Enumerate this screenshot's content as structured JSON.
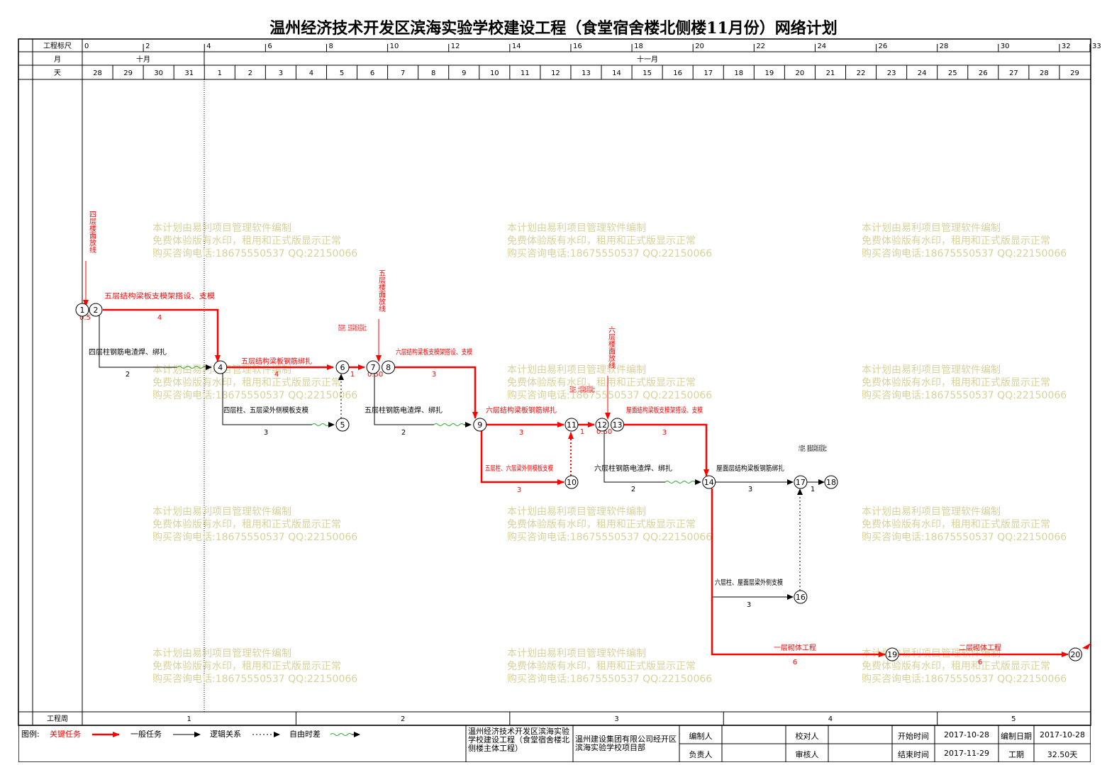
{
  "title": "温州经济技术开发区滨海实验学校建设工程（食堂宿舍楼北侧楼11月份）网络计划",
  "header": {
    "scale_label": "工程标尺",
    "month_label": "月",
    "day_label": "天",
    "week_label": "工程周",
    "scale_ticks": [
      "0",
      "2",
      "4",
      "6",
      "8",
      "10",
      "12",
      "14",
      "16",
      "18",
      "20",
      "22",
      "24",
      "26",
      "28",
      "30",
      "32",
      "33"
    ],
    "months": [
      "十月",
      "十一月"
    ],
    "days": [
      "28",
      "29",
      "30",
      "31",
      "1",
      "2",
      "3",
      "4",
      "5",
      "6",
      "7",
      "8",
      "9",
      "10",
      "11",
      "12",
      "13",
      "14",
      "15",
      "16",
      "17",
      "18",
      "19",
      "20",
      "21",
      "22",
      "23",
      "24",
      "25",
      "26",
      "27",
      "28",
      "29"
    ],
    "weeks": [
      "1",
      "2",
      "3",
      "4",
      "5"
    ]
  },
  "watermark": [
    "本计划由易利项目管理软件编制",
    "免费体验版有水印，租用和正式版显示正常",
    "购买咨询电话:18675550537 QQ:22150066"
  ],
  "nodes": [
    {
      "id": "1",
      "t": 0.05,
      "row": "r1"
    },
    {
      "id": "2",
      "t": 0.5,
      "row": "r1"
    },
    {
      "id": "4",
      "t": 4.5,
      "row": "r2"
    },
    {
      "id": "5",
      "t": 8.5,
      "row": "r3"
    },
    {
      "id": "6",
      "t": 8.5,
      "row": "r2"
    },
    {
      "id": "7",
      "t": 9.5,
      "row": "r2"
    },
    {
      "id": "8",
      "t": 10.0,
      "row": "r2"
    },
    {
      "id": "9",
      "t": 13.0,
      "row": "r3"
    },
    {
      "id": "10",
      "t": 16.0,
      "row": "r4"
    },
    {
      "id": "11",
      "t": 16.0,
      "row": "r3"
    },
    {
      "id": "12",
      "t": 17.0,
      "row": "r3"
    },
    {
      "id": "13",
      "t": 17.5,
      "row": "r3"
    },
    {
      "id": "14",
      "t": 20.5,
      "row": "r4"
    },
    {
      "id": "16",
      "t": 23.5,
      "row": "r5"
    },
    {
      "id": "17",
      "t": 23.5,
      "row": "r4"
    },
    {
      "id": "18",
      "t": 24.5,
      "row": "r4"
    },
    {
      "id": "19",
      "t": 26.5,
      "row": "r6"
    },
    {
      "id": "20",
      "t": 32.5,
      "row": "r6"
    }
  ],
  "tasks": [
    {
      "name": "五层结构梁板支模架搭设、支模",
      "duration": "4",
      "critical": true
    },
    {
      "name": "四层柱钢筋电渣焊、绑扎",
      "duration": "2",
      "critical": false
    },
    {
      "name": "五层结构梁板钢筋绑扎",
      "duration": "4",
      "critical": true
    },
    {
      "name": "四层柱、五层梁外侧模板支模",
      "duration": "3",
      "critical": false
    },
    {
      "name": "四层柱、五层梁板浇混凝土",
      "duration": "1",
      "critical": true
    },
    {
      "name": "六层结构梁板支模架搭设、支模",
      "duration": "3",
      "critical": true
    },
    {
      "name": "五层柱钢筋电渣焊、绑扎",
      "duration": "2",
      "critical": false
    },
    {
      "name": "六层结构梁板钢筋绑扎",
      "duration": "3",
      "critical": true
    },
    {
      "name": "五层柱、六层梁外侧模板支模",
      "duration": "3",
      "critical": true
    },
    {
      "name": "五层柱、六层梁板浇混凝土",
      "duration": "1",
      "critical": true
    },
    {
      "name": "屋面结构梁板支模架搭设、支模",
      "duration": "3",
      "critical": true
    },
    {
      "name": "六层柱钢筋电渣焊、绑扎",
      "duration": "2",
      "critical": false
    },
    {
      "name": "屋面层结构梁板钢筋绑扎",
      "duration": "3",
      "critical": false
    },
    {
      "name": "六层柱、屋面层梁板浇混凝土",
      "duration": "1",
      "critical": false
    },
    {
      "name": "六层柱、屋面层梁外侧支模",
      "duration": "3",
      "critical": false
    },
    {
      "name": "一层砌体工程",
      "duration": "6",
      "critical": true
    },
    {
      "name": "二层砌体工程",
      "duration": "6",
      "critical": true
    }
  ],
  "milestones": [
    {
      "name": "四层楼面放线",
      "duration": "0.5"
    },
    {
      "name": "五层楼面放线",
      "duration": "0.50"
    },
    {
      "name": "六层楼面放线",
      "duration": "0.50"
    }
  ],
  "legend": {
    "label": "图例:",
    "items": [
      "关键任务",
      "一般任务",
      "逻辑关系",
      "自由时差"
    ]
  },
  "footer": {
    "project": "温州经济技术开发区滨海实验学校建设工程（食堂宿舍楼北侧楼主体工程）",
    "company": "温州建设集团有限公司经开区滨海实验学校项目部",
    "compiler_label": "编制人",
    "reviewer_label": "负责人",
    "checker_label": "校对人",
    "auditor_label": "审核人",
    "start_label": "开始时间",
    "start_value": "2017-10-28",
    "end_label": "结束时间",
    "end_value": "2017-11-29",
    "date_label": "编制日期",
    "date_value": "2017-10-28",
    "period_label": "工期",
    "period_value": "32.50天"
  },
  "colors": {
    "critical": "#ff0000",
    "normal": "#000000",
    "float": "#33aa33",
    "watermark": "#d9d29a",
    "grid": "#000000"
  }
}
